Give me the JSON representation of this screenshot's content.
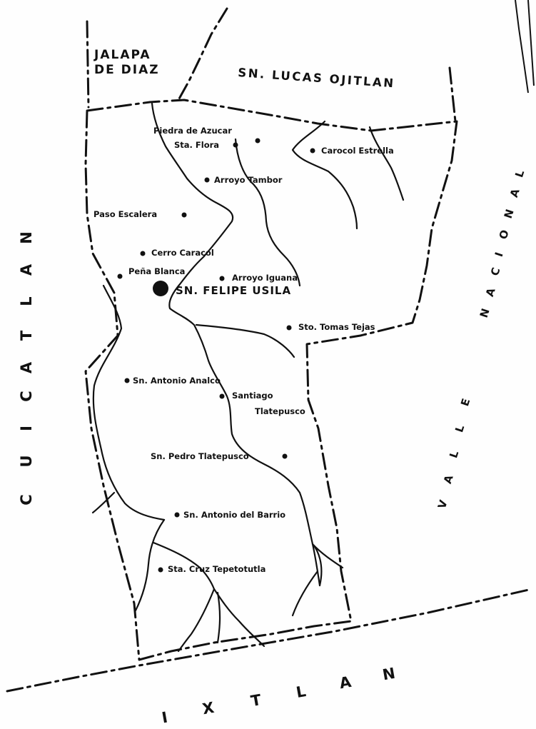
{
  "regions": {
    "jalapa_1": "JALAPA",
    "jalapa_2": "DE DIAZ",
    "lucas": "SN. LUCAS OJITLAN",
    "cuicatlan": [
      "C",
      "U",
      "I",
      "C",
      "A",
      "T",
      "L",
      "A",
      "N"
    ],
    "valle_nacional": [
      "V",
      "A",
      "L",
      "L",
      "E",
      "N",
      "A",
      "C",
      "I",
      "O",
      "N",
      "A",
      "L"
    ],
    "ixtlan": [
      "I",
      "X",
      "T",
      "L",
      "A",
      "N"
    ]
  },
  "seat": "SN. FELIPE USILA",
  "towns": {
    "piedra_de_azucar": "Piedra de Azucar",
    "sta_flora": "Sta. Flora",
    "carocol_estrella": "Carocol Estrella",
    "arroyo_tambor": "Arroyo Tambor",
    "paso_escalera": "Paso Escalera",
    "cerro_caracol": "Cerro Caracol",
    "pena_blanca": "Peña Blanca",
    "arroyo_iguana": "Arroyo Iguana",
    "sta_tomas_tejas": "Sto. Tomas Tejas",
    "sn_antonio_analco": "Sn. Antonio Analco",
    "santiago": "Santiago",
    "tlatepusco": "Tlatepusco",
    "sn_pedro_tlatepusco": "Sn. Pedro Tlatepusco",
    "sn_antonio_del_barrio": "Sn. Antonio del Barrio",
    "sta_cruz_tepetotutla": "Sta. Cruz Tepetotutla"
  }
}
